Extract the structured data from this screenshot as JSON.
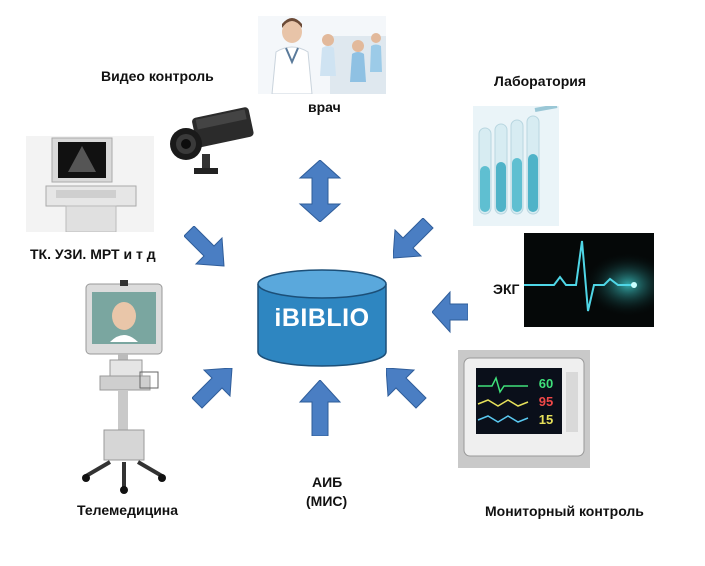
{
  "center": {
    "label": "iBIBLIO",
    "color": "#2E86C1"
  },
  "nodes": {
    "doctor": {
      "label": "врач"
    },
    "video": {
      "label": "Видео контроль"
    },
    "lab": {
      "label": "Лаборатория"
    },
    "imaging": {
      "label": "ТК. УЗИ. МРТ и т д"
    },
    "ecg": {
      "label": "ЭКГ"
    },
    "telemed": {
      "label": "Телемедицина"
    },
    "aib": {
      "line1": "АИБ",
      "line2": "(МИС)"
    },
    "monitor": {
      "label": "Мониторный контроль",
      "readings": [
        "60",
        "95",
        "15"
      ]
    }
  },
  "colors": {
    "arrow": "#4A7EC3",
    "arrow_border": "#2F5D9A"
  }
}
